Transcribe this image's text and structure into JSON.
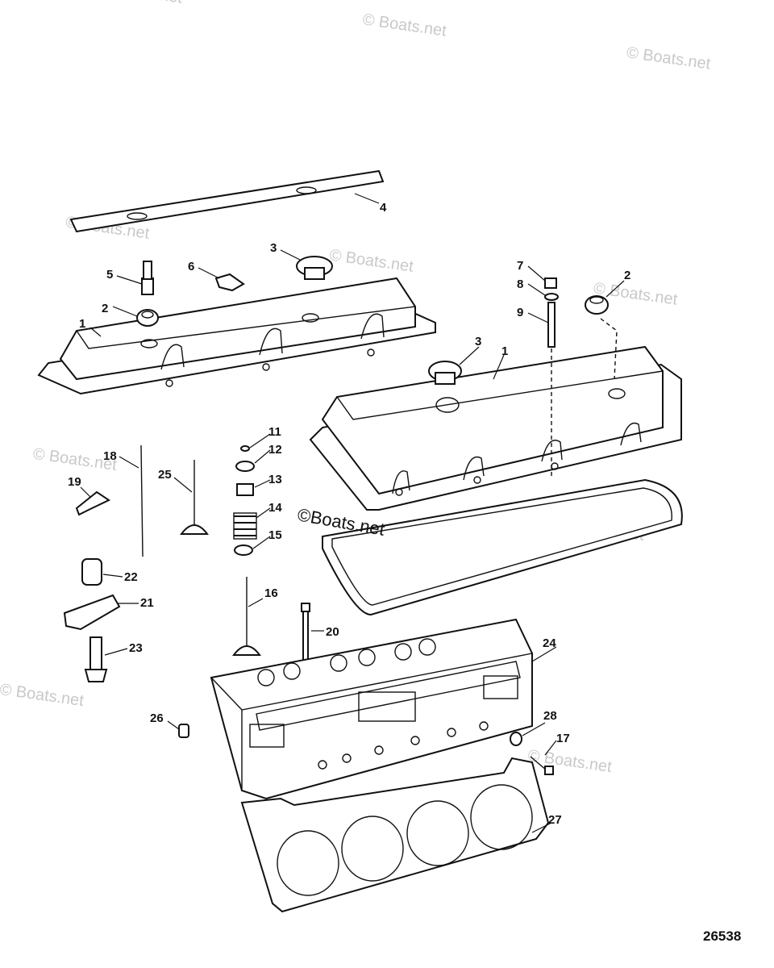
{
  "watermark": "© Boats.net",
  "center_watermark": "©Boats.net",
  "figure_number": "26538",
  "callouts": [
    "1",
    "1",
    "2",
    "2",
    "3",
    "3",
    "4",
    "5",
    "6",
    "7",
    "8",
    "9",
    "11",
    "12",
    "13",
    "14",
    "15",
    "16",
    "17",
    "18",
    "19",
    "20",
    "21",
    "22",
    "23",
    "24",
    "25",
    "26",
    "27",
    "28"
  ]
}
